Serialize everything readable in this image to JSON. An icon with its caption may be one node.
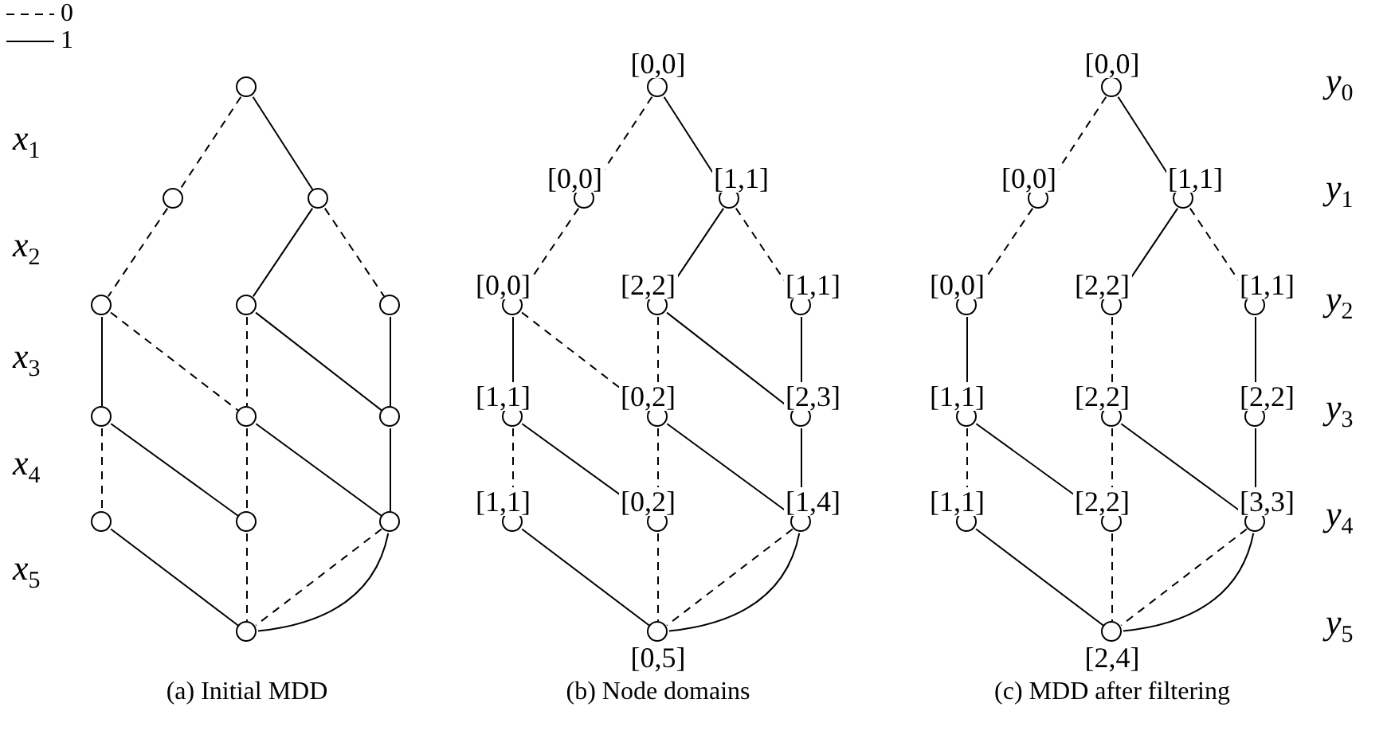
{
  "diagram": {
    "nodes": [
      {
        "text": [],
        "shape": "circle"
      },
      {
        "text": [],
        "shape": "circle"
      },
      {
        "text": [],
        "shape": "circle"
      },
      {
        "text": [],
        "shape": "circle"
      },
      {
        "text": [],
        "shape": "circle"
      },
      {
        "text": [],
        "shape": "circle"
      },
      {
        "text": [],
        "shape": "circle"
      },
      {
        "text": [],
        "shape": "circle"
      },
      {
        "text": [],
        "shape": "circle"
      },
      {
        "text": [],
        "shape": "circle"
      },
      {
        "text": [],
        "shape": "circle"
      },
      {
        "text": [],
        "shape": "circle"
      },
      {
        "text": [],
        "shape": "circle"
      },
      {
        "text": [],
        "shape": "circle",
        "beside": [
          "[0,0]"
        ]
      },
      {
        "text": [],
        "shape": "circle",
        "beside": [
          "[0,0]"
        ]
      },
      {
        "text": [],
        "shape": "circle",
        "beside": [
          "[1,1]"
        ]
      },
      {
        "text": [],
        "shape": "circle",
        "beside": [
          "[0,0]"
        ]
      },
      {
        "text": [],
        "shape": "circle",
        "beside": [
          "[2,2]"
        ]
      },
      {
        "text": [],
        "shape": "circle",
        "beside": [
          "[1,1]"
        ]
      },
      {
        "text": [],
        "shape": "circle",
        "beside": [
          "[1,1]"
        ]
      },
      {
        "text": [],
        "shape": "circle",
        "beside": [
          "[0,2]"
        ]
      },
      {
        "text": [],
        "shape": "circle",
        "beside": [
          "[2,3]"
        ]
      },
      {
        "text": [],
        "shape": "circle",
        "beside": [
          "[1,1]"
        ]
      },
      {
        "text": [],
        "shape": "circle",
        "beside": [
          "[0,2]"
        ]
      },
      {
        "text": [],
        "shape": "circle",
        "beside": [
          "[1,4]"
        ]
      },
      {
        "text": [],
        "shape": "circle",
        "beside": [
          "[0,5]"
        ]
      },
      {
        "text": [],
        "shape": "circle",
        "beside": [
          "[0,0]"
        ]
      },
      {
        "text": [],
        "shape": "circle",
        "beside": [
          "[0,0]"
        ]
      },
      {
        "text": [],
        "shape": "circle",
        "beside": [
          "[1,1]"
        ]
      },
      {
        "text": [],
        "shape": "circle",
        "beside": [
          "[0,0]"
        ]
      },
      {
        "text": [],
        "shape": "circle",
        "beside": [
          "[2,2]"
        ]
      },
      {
        "text": [],
        "shape": "circle",
        "beside": [
          "[1,1]"
        ]
      },
      {
        "text": [],
        "shape": "circle",
        "beside": [
          "[1,1]"
        ]
      },
      {
        "text": [],
        "shape": "circle",
        "beside": [
          "[2,2]"
        ]
      },
      {
        "text": [],
        "shape": "circle",
        "beside": [
          "[2,2]"
        ]
      },
      {
        "text": [],
        "shape": "circle",
        "beside": [
          "[1,1]"
        ]
      },
      {
        "text": [],
        "shape": "circle",
        "beside": [
          "[2,2]"
        ]
      },
      {
        "text": [],
        "shape": "circle",
        "beside": [
          "[3,3]"
        ]
      },
      {
        "text": [],
        "shape": "circle",
        "beside": [
          "[2,4]"
        ]
      }
    ],
    "edges": [
      {
        "from": 0,
        "to": 1,
        "arrow": "none",
        "style": "dashed"
      },
      {
        "from": 0,
        "to": 2,
        "arrow": "none"
      },
      {
        "from": 1,
        "to": 3,
        "arrow": "none",
        "style": "dashed"
      },
      {
        "from": 2,
        "to": 4,
        "arrow": "none"
      },
      {
        "from": 2,
        "to": 5,
        "arrow": "none",
        "style": "dashed"
      },
      {
        "from": 3,
        "to": 6,
        "arrow": "none"
      },
      {
        "from": 3,
        "to": 7,
        "arrow": "none",
        "style": "dashed"
      },
      {
        "from": 4,
        "to": 7,
        "arrow": "none",
        "style": "dashed"
      },
      {
        "from": 4,
        "to": 8,
        "arrow": "none"
      },
      {
        "from": 5,
        "to": 8,
        "arrow": "none"
      },
      {
        "from": 6,
        "to": 9,
        "arrow": "none",
        "style": "dashed"
      },
      {
        "from": 6,
        "to": 10,
        "arrow": "none"
      },
      {
        "from": 7,
        "to": 10,
        "arrow": "none",
        "style": "dashed"
      },
      {
        "from": 7,
        "to": 11,
        "arrow": "none"
      },
      {
        "from": 8,
        "to": 11,
        "arrow": "none"
      },
      {
        "from": 9,
        "to": 12,
        "arrow": "none"
      },
      {
        "from": 10,
        "to": 12,
        "arrow": "none",
        "style": "dashed"
      },
      {
        "from": 11,
        "to": 12,
        "arrow": "none",
        "style": "dashed"
      },
      {
        "from": 11,
        "to": 12,
        "arrow": "none"
      },
      {
        "from": 13,
        "to": 14,
        "arrow": "none",
        "style": "dashed"
      },
      {
        "from": 13,
        "to": 15,
        "arrow": "none"
      },
      {
        "from": 14,
        "to": 16,
        "arrow": "none",
        "style": "dashed"
      },
      {
        "from": 15,
        "to": 17,
        "arrow": "none"
      },
      {
        "from": 15,
        "to": 18,
        "arrow": "none",
        "style": "dashed"
      },
      {
        "from": 16,
        "to": 19,
        "arrow": "none"
      },
      {
        "from": 16,
        "to": 20,
        "arrow": "none",
        "style": "dashed"
      },
      {
        "from": 17,
        "to": 20,
        "arrow": "none",
        "style": "dashed"
      },
      {
        "from": 17,
        "to": 21,
        "arrow": "none"
      },
      {
        "from": 18,
        "to": 21,
        "arrow": "none"
      },
      {
        "from": 19,
        "to": 22,
        "arrow": "none",
        "style": "dashed"
      },
      {
        "from": 19,
        "to": 23,
        "arrow": "none"
      },
      {
        "from": 20,
        "to": 23,
        "arrow": "none",
        "style": "dashed"
      },
      {
        "from": 20,
        "to": 24,
        "arrow": "none"
      },
      {
        "from": 21,
        "to": 24,
        "arrow": "none"
      },
      {
        "from": 22,
        "to": 25,
        "arrow": "none"
      },
      {
        "from": 23,
        "to": 25,
        "arrow": "none",
        "style": "dashed"
      },
      {
        "from": 24,
        "to": 25,
        "arrow": "none",
        "style": "dashed"
      },
      {
        "from": 24,
        "to": 25,
        "arrow": "none"
      },
      {
        "from": 26,
        "to": 27,
        "arrow": "none",
        "style": "dashed"
      },
      {
        "from": 26,
        "to": 28,
        "arrow": "none"
      },
      {
        "from": 27,
        "to": 29,
        "arrow": "none",
        "style": "dashed"
      },
      {
        "from": 28,
        "to": 30,
        "arrow": "none"
      },
      {
        "from": 28,
        "to": 31,
        "arrow": "none",
        "style": "dashed"
      },
      {
        "from": 29,
        "to": 32,
        "arrow": "none"
      },
      {
        "from": 30,
        "to": 33,
        "arrow": "none",
        "style": "dashed"
      },
      {
        "from": 31,
        "to": 34,
        "arrow": "none"
      },
      {
        "from": 32,
        "to": 35,
        "arrow": "none",
        "style": "dashed"
      },
      {
        "from": 32,
        "to": 36,
        "arrow": "none"
      },
      {
        "from": 33,
        "to": 36,
        "arrow": "none",
        "style": "dashed"
      },
      {
        "from": 33,
        "to": 37,
        "arrow": "none"
      },
      {
        "from": 34,
        "to": 37,
        "arrow": "none"
      },
      {
        "from": 35,
        "to": 38,
        "arrow": "none"
      },
      {
        "from": 36,
        "to": 38,
        "arrow": "none",
        "style": "dashed"
      },
      {
        "from": 37,
        "to": 38,
        "arrow": "none",
        "style": "dashed"
      },
      {
        "from": 37,
        "to": 38,
        "arrow": "none"
      }
    ],
    "labels": [
      "*x*$_{1}$",
      "*x*$_{2}$",
      "*x*$_{3}$",
      "*x*$_{4}$",
      "*x*$_{5}$",
      "*y*$_{0}$",
      "*y*$_{1}$",
      "*y*$_{2}$",
      "*y*$_{3}$",
      "*y*$_{4}$",
      "*y*$_{5}$",
      "(a) Initial MDD",
      "(b) Node domains",
      "(c) MDD after filtering"
    ],
    "legend": [
      {
        "text": "0"
      },
      {
        "text": "1"
      }
    ]
  }
}
